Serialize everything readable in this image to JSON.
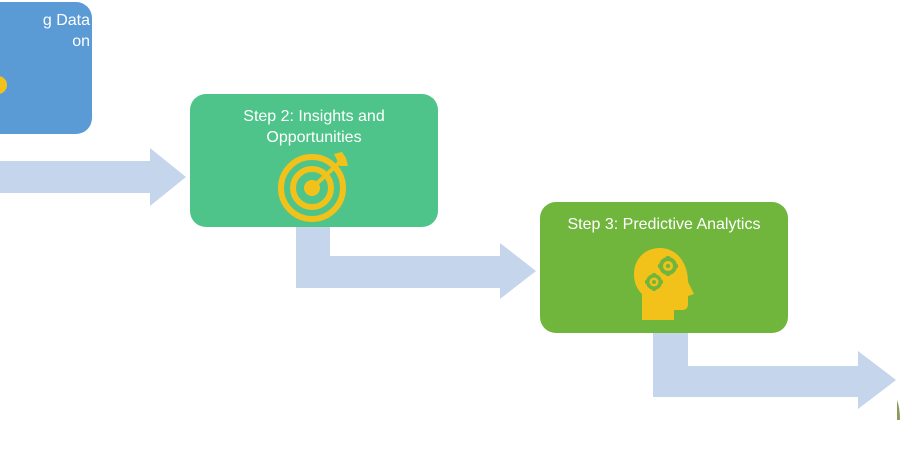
{
  "diagram": {
    "steps": [
      {
        "label": "g Data\non",
        "color": "#5b9bd5",
        "icon": "partial-icon"
      },
      {
        "label": "Step 2: Insights and\nOpportunities",
        "color": "#4fc48a",
        "icon": "target-icon"
      },
      {
        "label": "Step 3: Predictive Analytics",
        "color": "#70b63d",
        "icon": "head-gears-icon"
      }
    ],
    "arrow_color": "#c5d5ec",
    "icon_color": "#f2c21a"
  }
}
